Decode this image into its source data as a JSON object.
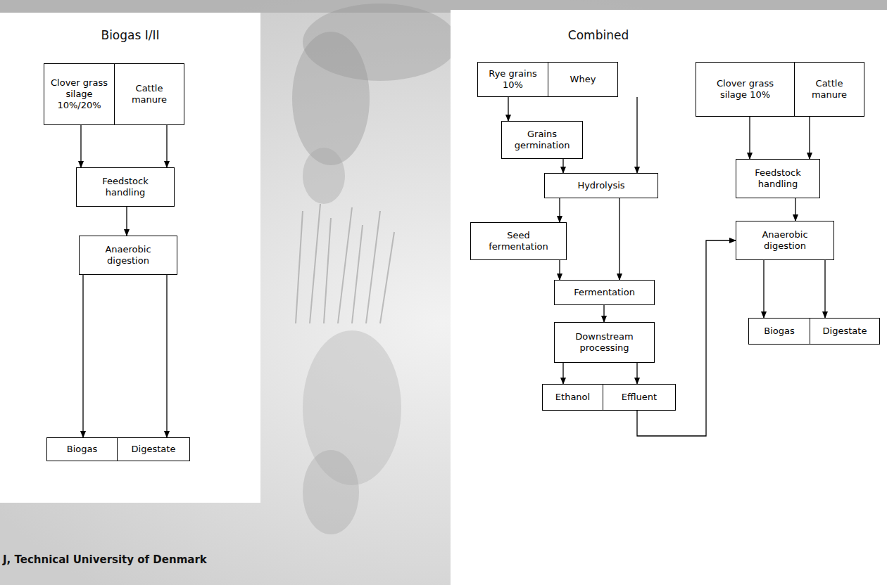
{
  "diagram": {
    "nodes": [
      {
        "text": [
          "Biogas I/II"
        ]
      },
      {
        "text": [
          "Clover grass silage 10%/20%"
        ],
        "in": 0
      },
      {
        "text": [
          "Cattle manure"
        ],
        "in": 0
      },
      {
        "text": [
          "Feedstock handling"
        ],
        "in": 0
      },
      {
        "text": [
          "Anaerobic digestion"
        ],
        "in": 0
      },
      {
        "text": [
          "Biogas"
        ],
        "in": 0
      },
      {
        "text": [
          "Digestate"
        ],
        "in": 0
      },
      {
        "text": [
          "Combined"
        ]
      },
      {
        "text": [
          "Rye grains 10%"
        ],
        "in": 7
      },
      {
        "text": [
          "Whey"
        ],
        "in": 7
      },
      {
        "text": [
          "Clover grass silage 10%"
        ],
        "in": 7
      },
      {
        "text": [
          "Cattle manure"
        ],
        "in": 7
      },
      {
        "text": [
          "Grains germination"
        ],
        "in": 7
      },
      {
        "text": [
          "Hydrolysis"
        ],
        "in": 7
      },
      {
        "text": [
          "Seed fermentation"
        ],
        "in": 7
      },
      {
        "text": [
          "Fermentation"
        ],
        "in": 7
      },
      {
        "text": [
          "Downstream processing"
        ],
        "in": 7
      },
      {
        "text": [
          "Feedstock handling"
        ],
        "in": 7
      },
      {
        "text": [
          "Anaerobic digestion"
        ],
        "in": 7
      },
      {
        "text": [
          "Ethanol"
        ],
        "in": 7
      },
      {
        "text": [
          "Effluent"
        ],
        "in": 7
      },
      {
        "text": [
          "Biogas"
        ],
        "in": 7
      },
      {
        "text": [
          "Digestate"
        ],
        "in": 7
      }
    ],
    "edges": [
      {
        "from": 1,
        "to": 3,
        "arrow": "to"
      },
      {
        "from": 2,
        "to": 3,
        "arrow": "to"
      },
      {
        "from": 3,
        "to": 4,
        "arrow": "to"
      },
      {
        "from": 4,
        "to": 5,
        "arrow": "to"
      },
      {
        "from": 4,
        "to": 6,
        "arrow": "to"
      },
      {
        "from": 8,
        "to": 12,
        "arrow": "to"
      },
      {
        "from": 9,
        "to": 13,
        "arrow": "to"
      },
      {
        "from": 12,
        "to": 13,
        "arrow": "to"
      },
      {
        "from": 13,
        "to": 14,
        "arrow": "to"
      },
      {
        "from": 13,
        "to": 15,
        "arrow": "to"
      },
      {
        "from": 14,
        "to": 15,
        "arrow": "to"
      },
      {
        "from": 15,
        "to": 16,
        "arrow": "to"
      },
      {
        "from": 16,
        "to": 19,
        "arrow": "to"
      },
      {
        "from": 16,
        "to": 20,
        "arrow": "to"
      },
      {
        "from": 10,
        "to": 17,
        "arrow": "to"
      },
      {
        "from": 11,
        "to": 17,
        "arrow": "to"
      },
      {
        "from": 17,
        "to": 18,
        "arrow": "to"
      },
      {
        "from": 18,
        "to": 21,
        "arrow": "to"
      },
      {
        "from": 18,
        "to": 22,
        "arrow": "to"
      },
      {
        "from": 20,
        "to": 18,
        "arrow": "to"
      }
    ],
    "labels": [
      "J, Technical University of Denmark"
    ]
  }
}
